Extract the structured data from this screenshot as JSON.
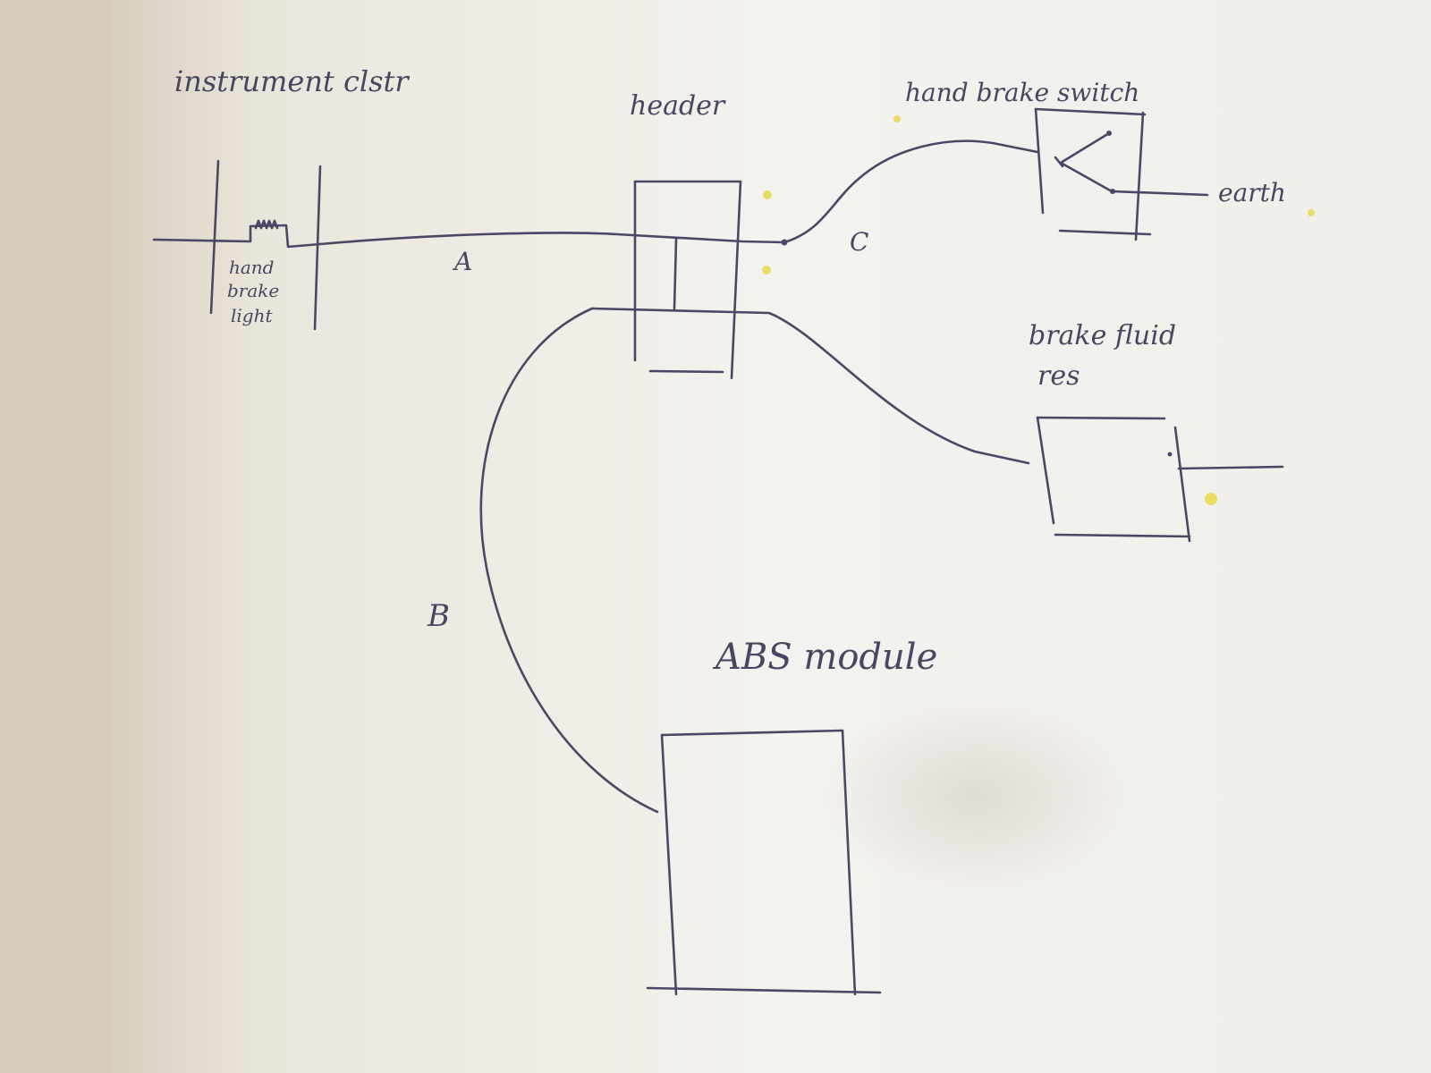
{
  "diagram": {
    "labels": {
      "instrument_cluster": "instrument clstr",
      "hand_brake_light_1": "hand",
      "hand_brake_light_2": "brake",
      "hand_brake_light_3": "light",
      "header": "header",
      "hand_brake_switch": "hand brake switch",
      "earth": "earth",
      "wire_a": "A",
      "wire_b": "B",
      "wire_c": "C",
      "brake_fluid_res_1": "brake fluid",
      "brake_fluid_res_2": "res",
      "abs_module": "ABS module"
    },
    "colors": {
      "paper": "#f4f2ee",
      "ink": "#4b4866",
      "highlighter": "#e8d84a"
    }
  }
}
